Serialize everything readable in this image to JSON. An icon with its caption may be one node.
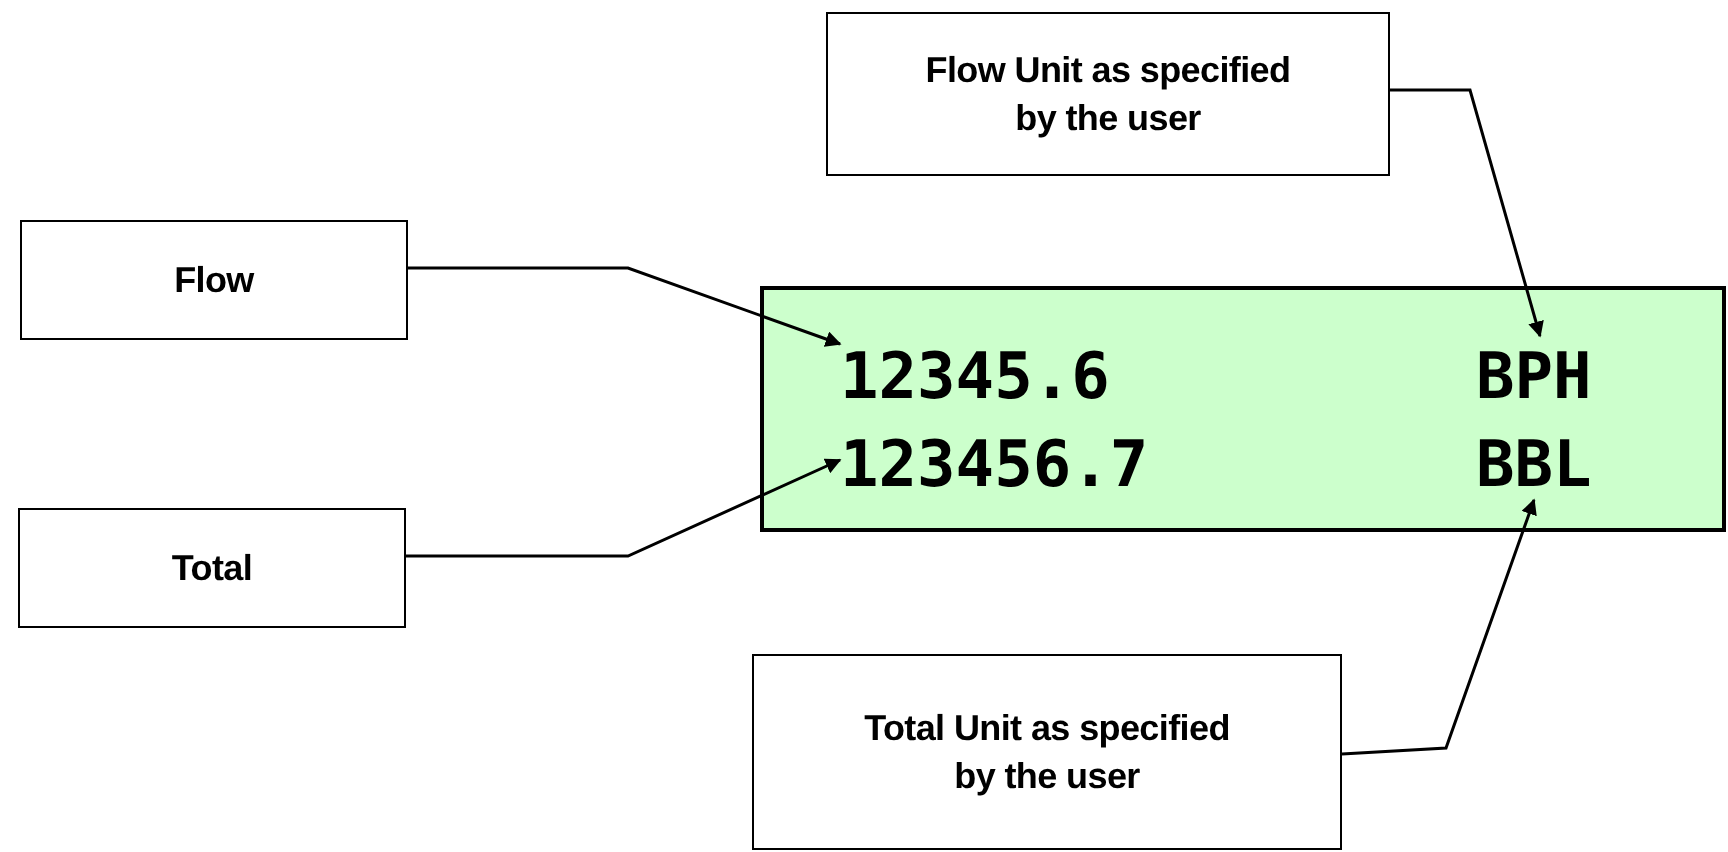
{
  "diagram": {
    "nodes": [
      {
        "text": [
          "Flow Unit as specified by the user"
        ]
      },
      {
        "text": [
          "Flow"
        ]
      },
      {
        "text": [],
        "shape": "box"
      },
      {
        "text": [
          "12345.6"
        ],
        "in": 2
      },
      {
        "text": [
          "BPH"
        ],
        "in": 2
      },
      {
        "text": [
          "123456.7"
        ],
        "in": 2
      },
      {
        "text": [
          "BBL"
        ],
        "in": 2
      },
      {
        "text": [
          "Total"
        ]
      },
      {
        "text": [
          "Total Unit as specified by the user"
        ]
      }
    ],
    "edges": [
      {
        "from": 0,
        "to": 4,
        "arrow": "to"
      },
      {
        "from": 1,
        "to": 3,
        "arrow": "to"
      },
      {
        "from": 7,
        "to": 5,
        "arrow": "to"
      },
      {
        "from": 8,
        "to": 6,
        "arrow": "to"
      }
    ]
  }
}
